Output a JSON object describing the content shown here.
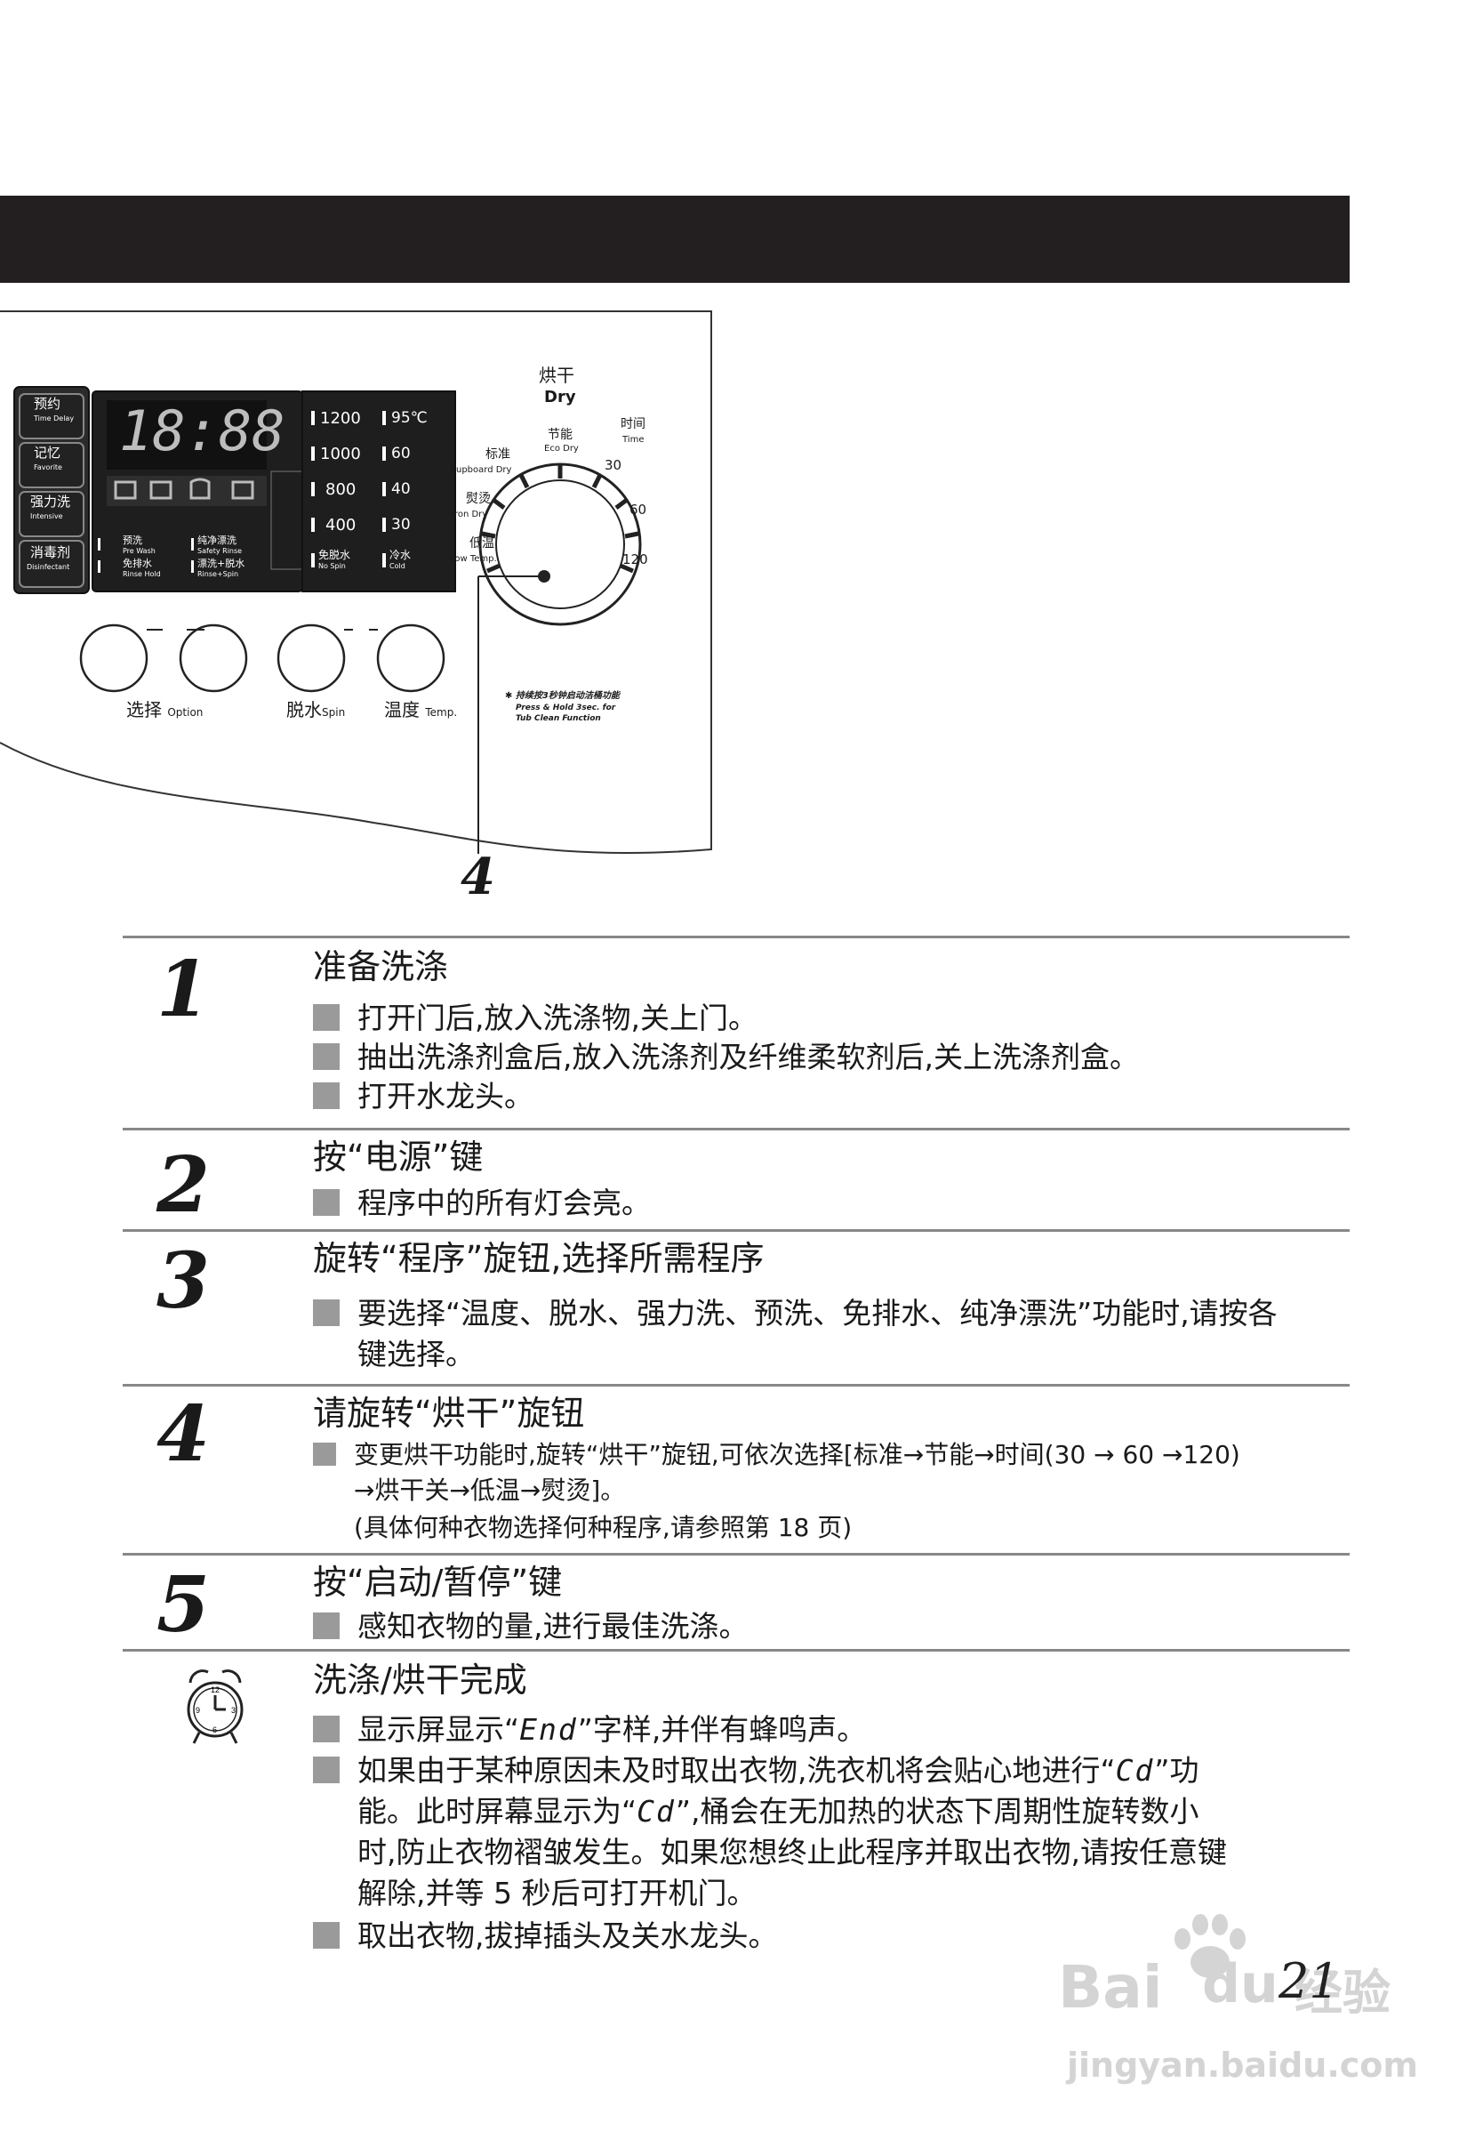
{
  "header": {
    "title": ""
  },
  "control_panel": {
    "left_buttons": [
      {
        "cn": "预约",
        "en": "Time Delay"
      },
      {
        "cn": "记忆",
        "en": "Favorite"
      },
      {
        "cn": "强力洗",
        "en": "Intensive"
      },
      {
        "cn": "消毒剂",
        "en": "Disinfectant"
      }
    ],
    "display_digits": "18:88",
    "spin_options": [
      "1200",
      "1000",
      "800",
      "400"
    ],
    "temp_options": [
      "95℃",
      "60",
      "40",
      "30"
    ],
    "bottom_left": [
      {
        "cn": "预洗",
        "en": "Pre Wash"
      },
      {
        "cn": "纯净漂洗",
        "en": "Safety Rinse"
      },
      {
        "cn": "免排水",
        "en": "Rinse Hold"
      },
      {
        "cn": "漂洗+脱水",
        "en": "Rinse+Spin"
      }
    ],
    "no_spin": {
      "cn": "免脱水",
      "en": "No Spin"
    },
    "cold": {
      "cn": "冷水",
      "en": "Cold"
    },
    "knob_buttons": [
      {
        "cn": "选择",
        "en": "Option"
      },
      {
        "cn": "脱水",
        "en": "Spin"
      },
      {
        "cn": "温度",
        "en": "Temp."
      }
    ],
    "dry_dial": {
      "title_cn": "烘干",
      "title_en": "Dry",
      "eco_cn": "节能",
      "eco_en": "Eco Dry",
      "time_cn": "时间",
      "time_en": "Time",
      "cupboard_cn": "标准",
      "cupboard_en": "Cupboard Dry",
      "iron_cn": "熨烫",
      "iron_en": "Iron Dry",
      "low_cn": "低温",
      "low_en": "Low Temp.",
      "t30": "30",
      "t60": "60",
      "t120": "120"
    },
    "tub_note_cn": "✱ 持续按3秒钟启动洁桶功能",
    "tub_note_en1": "Press & Hold 3sec. for",
    "tub_note_en2": "Tub Clean Function",
    "callout": "4"
  },
  "steps": [
    {
      "num": "1",
      "title": "准备洗涤",
      "lines": [
        "打开门后,放入洗涤物,关上门。",
        "抽出洗涤剂盒后,放入洗涤剂及纤维柔软剂后,关上洗涤剂盒。",
        "打开水龙头。"
      ]
    },
    {
      "num": "2",
      "title": "按“电源”键",
      "lines": [
        "程序中的所有灯会亮。"
      ]
    },
    {
      "num": "3",
      "title": "旋转“程序”旋钮,选择所需程序",
      "lines": [
        "要选择“温度、脱水、强力洗、预洗、免排水、纯净漂洗”功能时,请按各"
      ],
      "cont": [
        "键选择。"
      ]
    },
    {
      "num": "4",
      "title": "请旋转“烘干”旋钮",
      "lines": [
        "变更烘干功能时,旋转“烘干”旋钮,可依次选择[标准→节能→时间(30 → 60 →120)"
      ],
      "cont": [
        "→烘干关→低温→熨烫]。",
        "(具体何种衣物选择何种程序,请参照第 18 页)"
      ]
    },
    {
      "num": "5",
      "title": "按“启动/暂停”键",
      "lines": [
        "感知衣物的量,进行最佳洗涤。"
      ]
    },
    {
      "title": "洗涤/烘干完成",
      "l1a": "显示屏显示“",
      "l1seg": "End",
      "l1b": "”字样,并伴有蜂鸣声。",
      "l2a": "如果由于某种原因未及时取出衣物,洗衣机将会贴心地进行“",
      "l2seg": "Cd",
      "l2b": "”功",
      "c1a": "能。此时屏幕显示为“",
      "c1seg": "Cd",
      "c1b": "”,桶会在无加热的状态下周期性旋转数小",
      "c2": "时,防止衣物褶皱发生。如果您想终止此程序并取出衣物,请按任意键",
      "c3": "解除,并等 5 秒后可打开机门。",
      "l3": "取出衣物,拔掉插头及关水龙头。"
    }
  ],
  "page_number": "21",
  "watermark": {
    "brand": "Bai",
    "brand2": "du",
    "cn": "经验",
    "url": "jingyan.baidu.com"
  }
}
